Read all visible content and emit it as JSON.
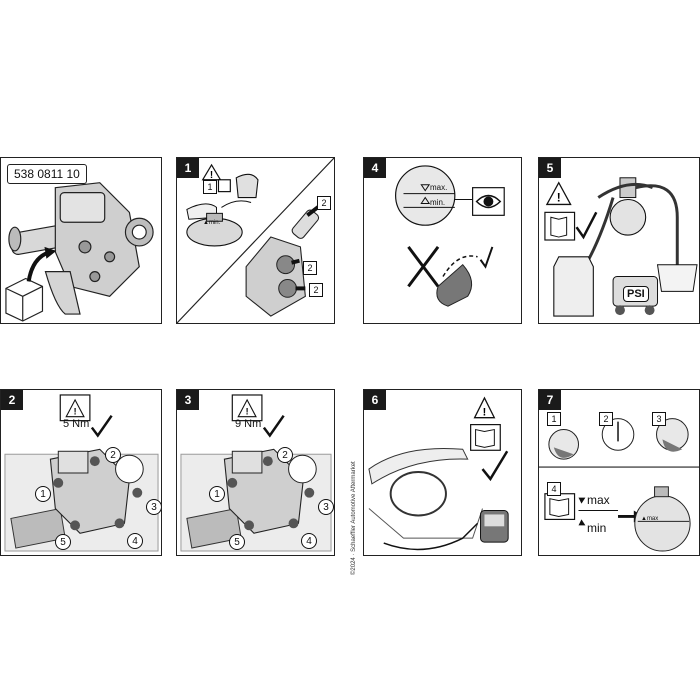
{
  "top_left": {
    "part_number": "538 0811 10"
  },
  "step1": {
    "step": "1",
    "substep_a": "1",
    "substep_b": "2",
    "bottle_label": "▲min.",
    "arrow_labels": [
      "2",
      "2",
      "2"
    ]
  },
  "step4": {
    "step": "4",
    "max_label": "max.",
    "min_label": "min."
  },
  "step5": {
    "step": "5",
    "compressor_label": "PSI"
  },
  "step2": {
    "step": "2",
    "torque": "5 Nm",
    "bolts": [
      "1",
      "2",
      "3",
      "4",
      "5"
    ]
  },
  "step3": {
    "step": "3",
    "torque": "9 Nm",
    "bolts": [
      "1",
      "2",
      "3",
      "4",
      "5"
    ]
  },
  "step6": {
    "step": "6"
  },
  "step7": {
    "step": "7",
    "sub": [
      "1",
      "2",
      "3",
      "4"
    ],
    "max_label": "max",
    "min_label": "min",
    "tank_label": "▲max"
  },
  "copyright": "©2024 · Schaeffler Automotive Aftermarket"
}
